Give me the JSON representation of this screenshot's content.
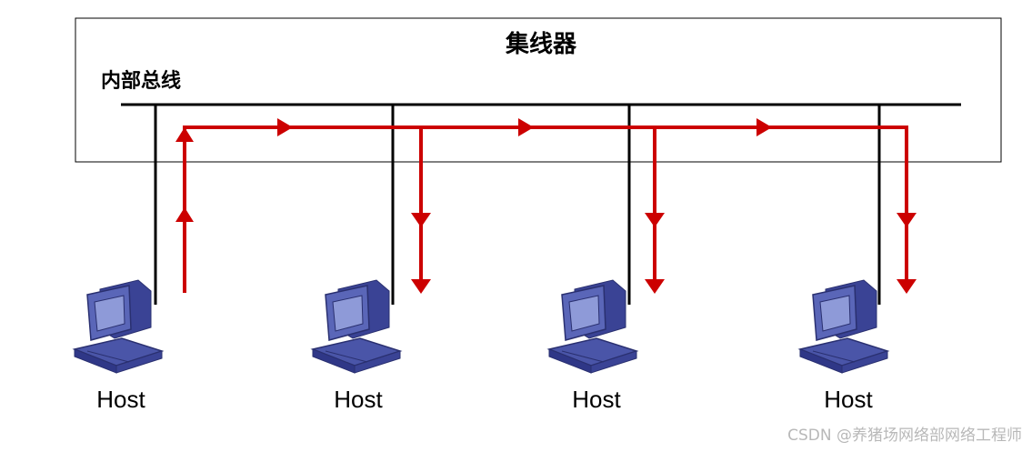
{
  "hub": {
    "title": "集线器",
    "bus_label": "内部总线"
  },
  "hosts": [
    {
      "label": "Host"
    },
    {
      "label": "Host"
    },
    {
      "label": "Host"
    },
    {
      "label": "Host"
    }
  ],
  "colors": {
    "signal": "#cc0000",
    "bus": "#000000",
    "computer": "#4a55a8"
  },
  "watermark": "CSDN @养猪场网络部网络工程师"
}
